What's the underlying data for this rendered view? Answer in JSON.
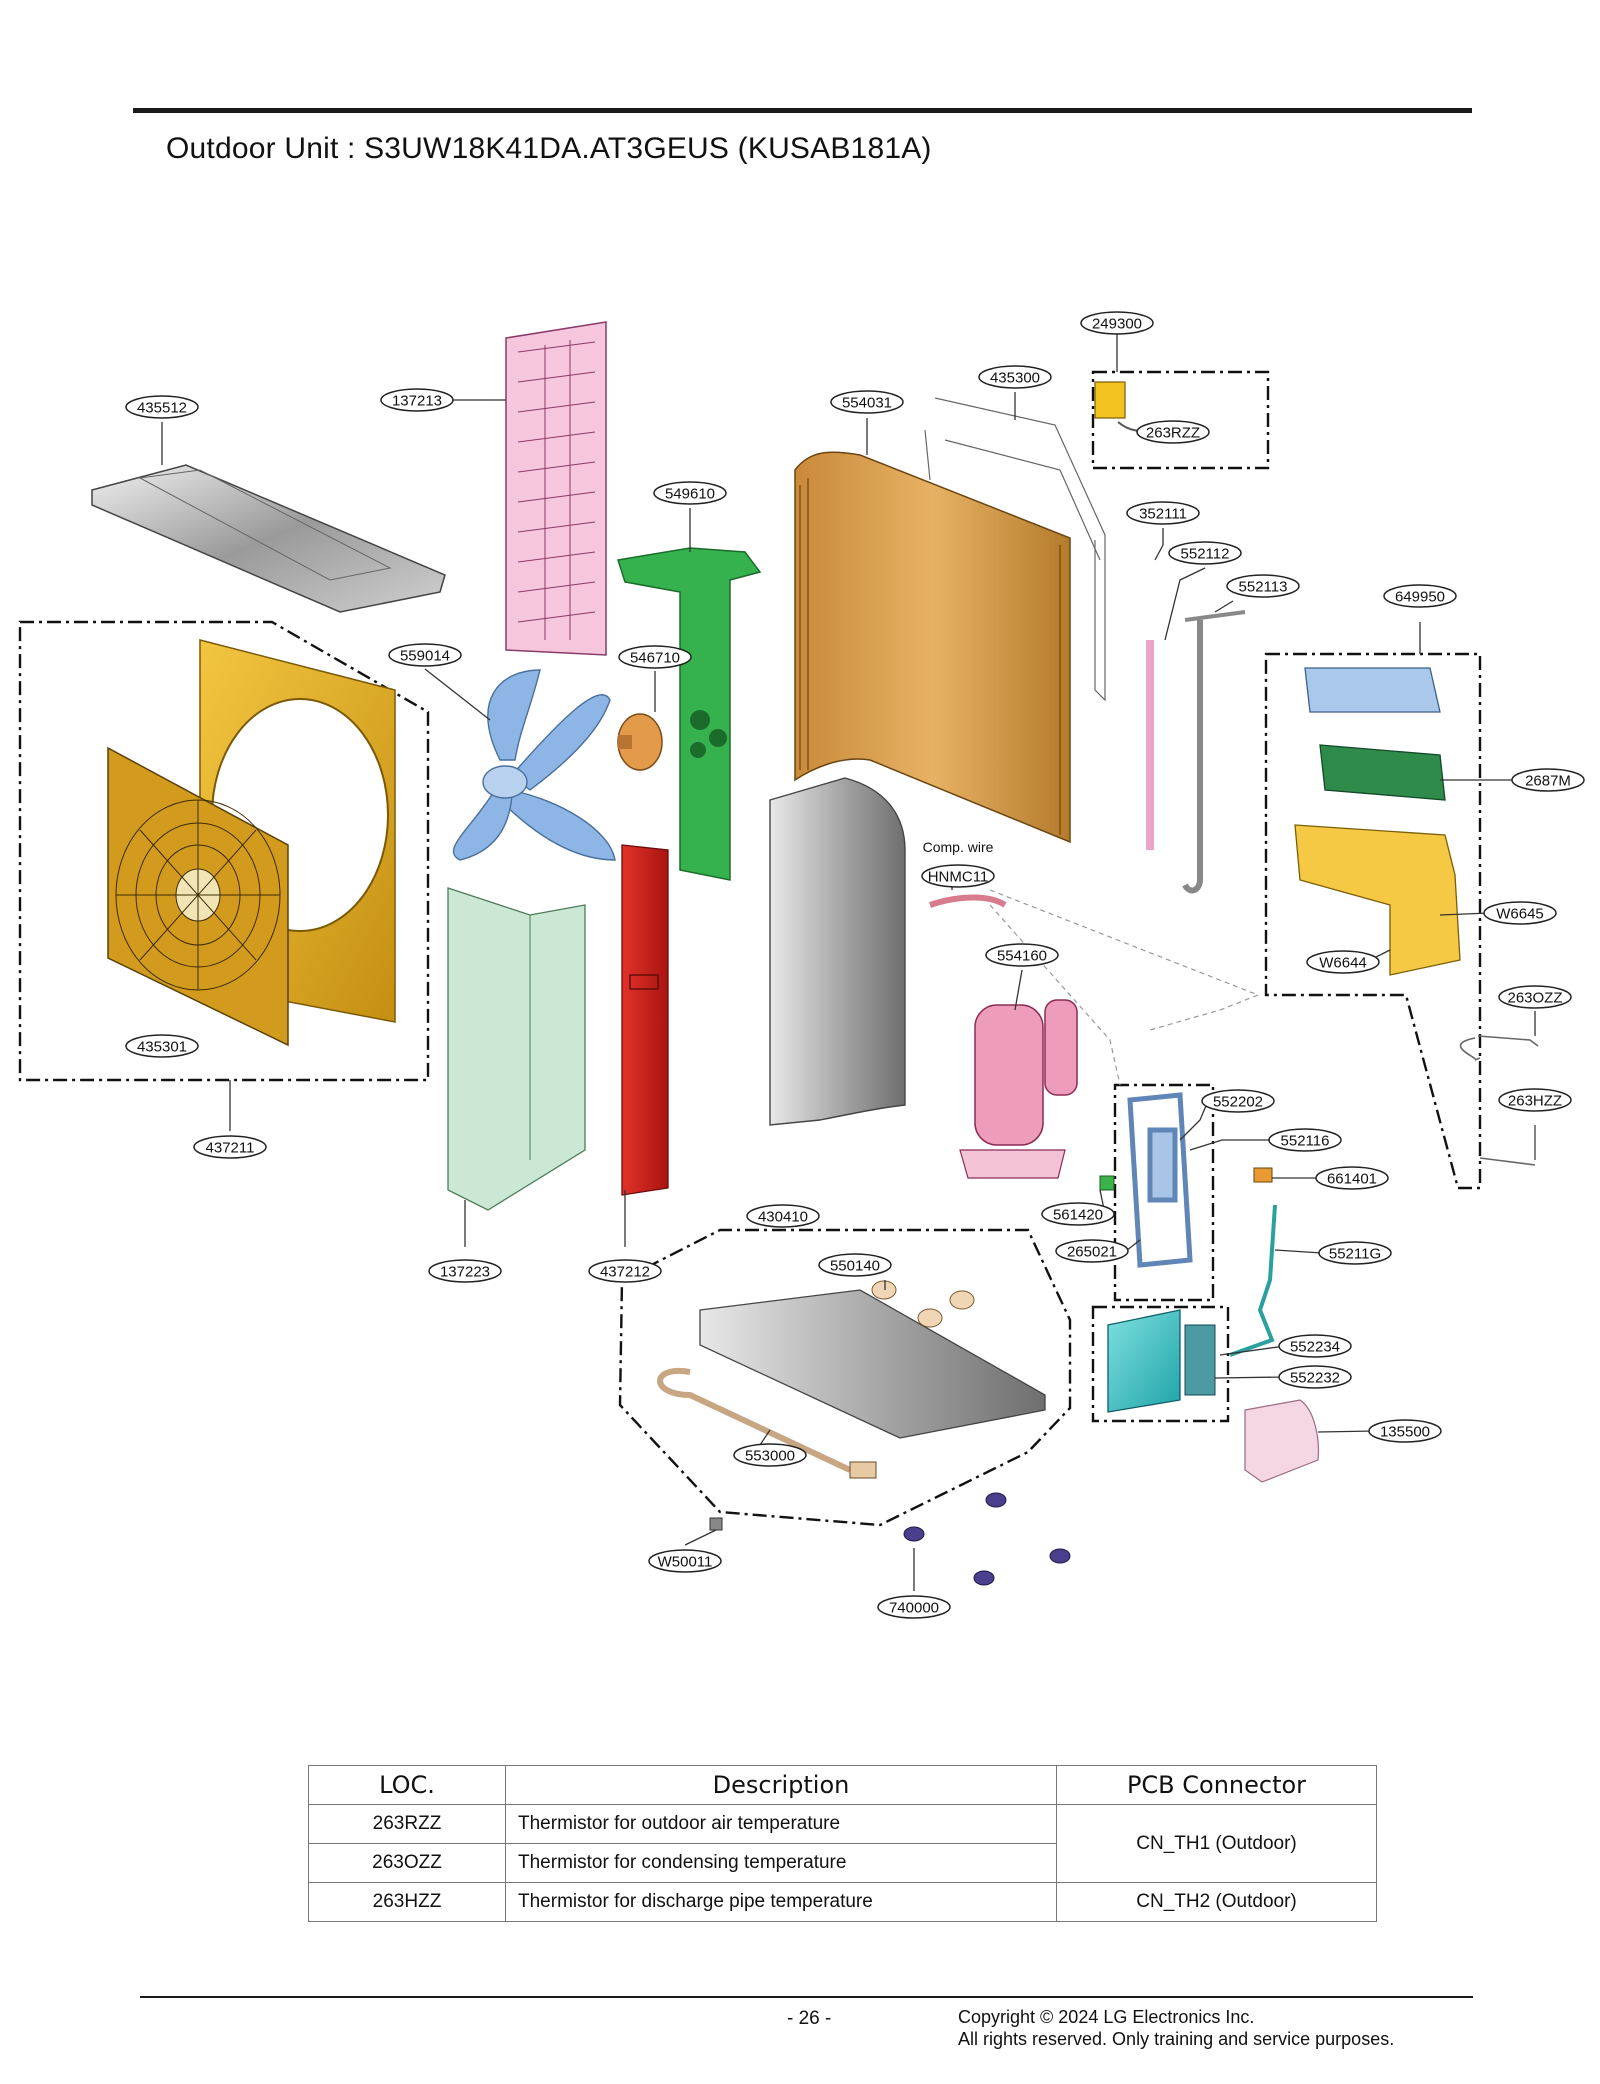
{
  "header": {
    "title": "Outdoor Unit : S3UW18K41DA.AT3GEUS (KUSAB181A)"
  },
  "diagram": {
    "callouts": [
      "435512",
      "137213",
      "549610",
      "554031",
      "435300",
      "249300",
      "263RZZ",
      "352111",
      "552112",
      "552113",
      "649950",
      "2687M",
      "W6645",
      "W6644",
      "263OZZ",
      "263HZZ",
      "559014",
      "546710",
      "HNMC11",
      "554160",
      "435301",
      "437211",
      "552202",
      "552116",
      "661401",
      "561420",
      "265021",
      "55211G",
      "137223",
      "437212",
      "430410",
      "550140",
      "552234",
      "552232",
      "135500",
      "553000",
      "W50011",
      "740000"
    ],
    "comp_wire_label": "Comp. wire"
  },
  "parts_table": {
    "headers": [
      "LOC.",
      "Description",
      "PCB Connector"
    ],
    "rows": [
      {
        "loc": "263RZZ",
        "description": "Thermistor for outdoor air temperature"
      },
      {
        "loc": "263OZZ",
        "description": "Thermistor for condensing temperature"
      },
      {
        "loc": "263HZZ",
        "description": "Thermistor for discharge pipe temperature"
      }
    ],
    "connector_1": "CN_TH1 (Outdoor)",
    "connector_2": "CN_TH2 (Outdoor)"
  },
  "footer": {
    "page": "- 26 -",
    "copyright": "Copyright © 2024 LG Electronics Inc.",
    "rights": "All rights reserved. Only training and service purposes."
  }
}
